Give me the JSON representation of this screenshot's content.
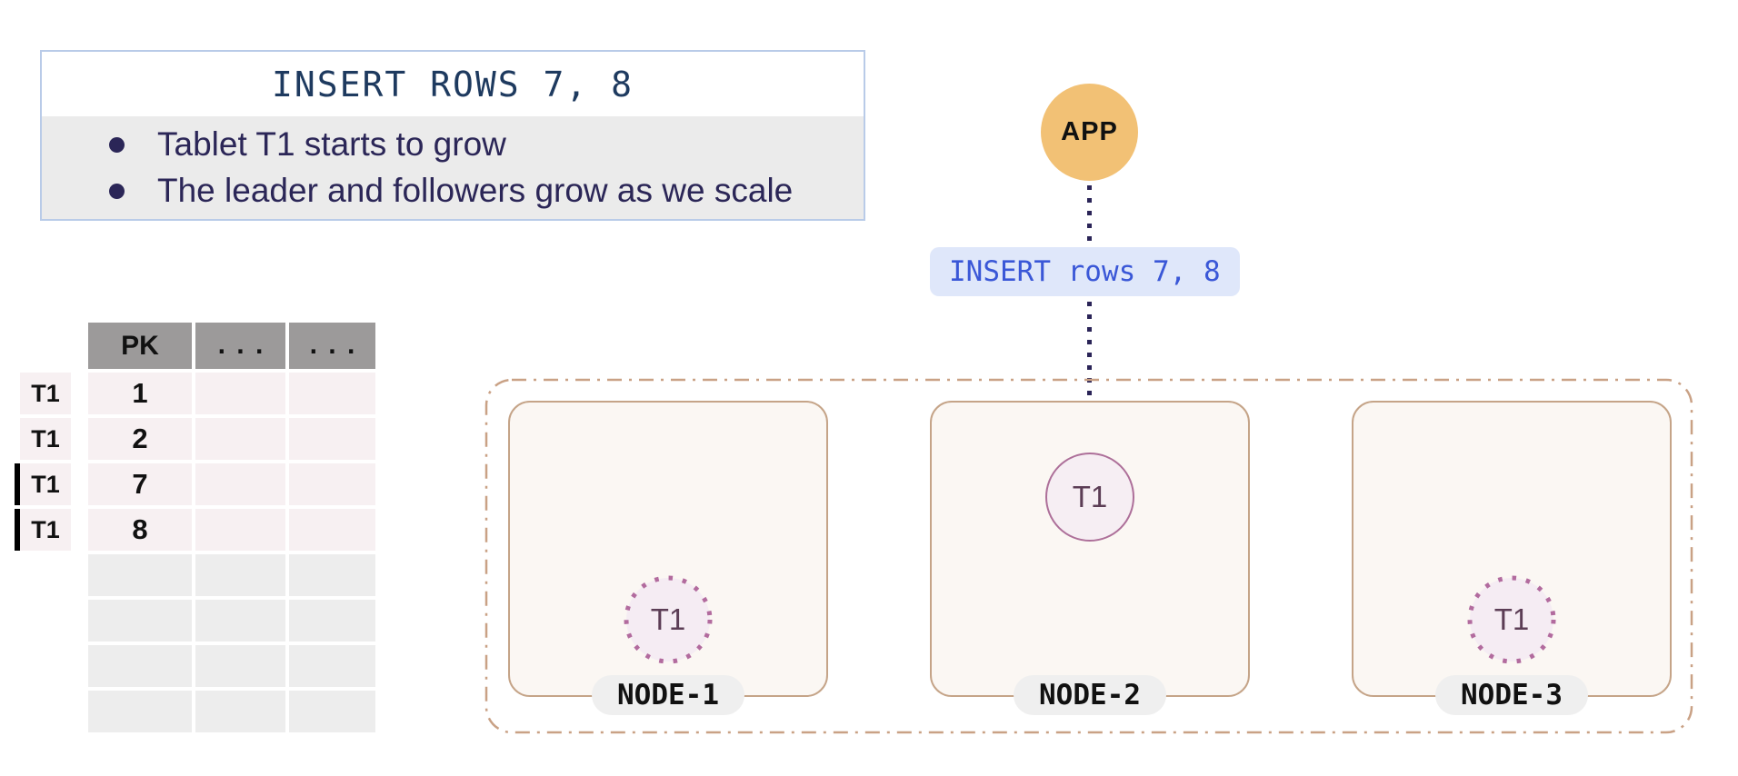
{
  "info_box": {
    "title": "INSERT ROWS 7, 8",
    "bullets": [
      "Tablet T1 starts to grow",
      "The leader and followers grow as we scale"
    ]
  },
  "app_node": {
    "label": "APP"
  },
  "query_label": {
    "text": "INSERT rows 7, 8"
  },
  "table": {
    "headers": [
      "PK",
      "...",
      "..."
    ],
    "rows": [
      {
        "tablet": "T1",
        "pk": "1",
        "inserted": false
      },
      {
        "tablet": "T1",
        "pk": "2",
        "inserted": false
      },
      {
        "tablet": "T1",
        "pk": "7",
        "inserted": true
      },
      {
        "tablet": "T1",
        "pk": "8",
        "inserted": true
      }
    ],
    "empty_row_count": 4
  },
  "cluster": {
    "nodes": [
      {
        "name": "NODE-1",
        "tablet": "T1",
        "role": "follower"
      },
      {
        "name": "NODE-2",
        "tablet": "T1",
        "role": "leader"
      },
      {
        "name": "NODE-3",
        "tablet": "T1",
        "role": "follower"
      }
    ]
  },
  "colors": {
    "info_border_blue": "#b9cbe8",
    "title_navy": "#1e3a5f",
    "bullet_indigo": "#2b2657",
    "panel_gray": "#ebebeb",
    "app_amber": "#f2c175",
    "connector_navy": "#2a2457",
    "query_text_blue": "#3a57d7",
    "query_bg_blue": "#dfe7fa",
    "cluster_tan": "#c9a185",
    "node_bg": "#fbf7f3",
    "leader_ring": "#ad6f99",
    "follower_dots": "#b26b9e",
    "tablet_fill": "#f5ecf3",
    "tablet_text": "#5c3d55",
    "row_pink": "#f7f0f2",
    "row_gray": "#ededed",
    "header_gray": "#9c9a9a",
    "insert_marker": "#000000"
  }
}
